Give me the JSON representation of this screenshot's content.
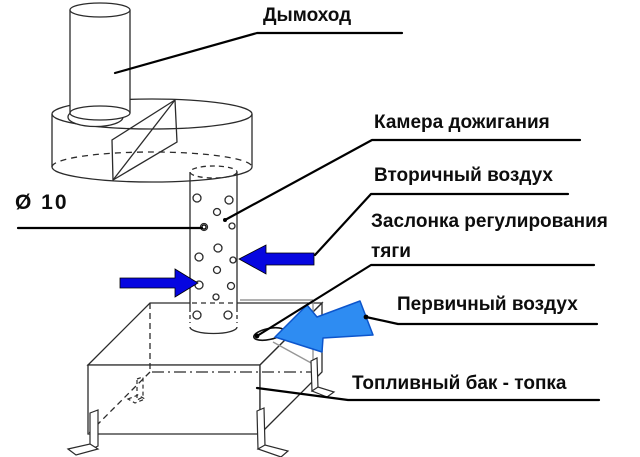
{
  "diagram": {
    "labels": {
      "chimney": "Дымоход",
      "afterburner_chamber": "Камера дожигания",
      "secondary_air": "Вторичный воздух",
      "draft_damper": "Заслонка регулирования тяги",
      "primary_air": "Первичный воздух",
      "fuel_tank": "Топливный бак - топка",
      "hole_diameter": "Ø 10"
    },
    "colors": {
      "secondary_air_arrow": "#0606e0",
      "primary_air_arrow": "#2e8cf2",
      "primary_air_arrow_border": "#0c55cc",
      "outline": "#2b2b2b",
      "leader": "#000000"
    },
    "icons": {
      "left_arrow": "right-arrow-icon",
      "right_arrow": "left-arrow-icon",
      "big_arrow": "down-left-arrow-icon"
    }
  }
}
